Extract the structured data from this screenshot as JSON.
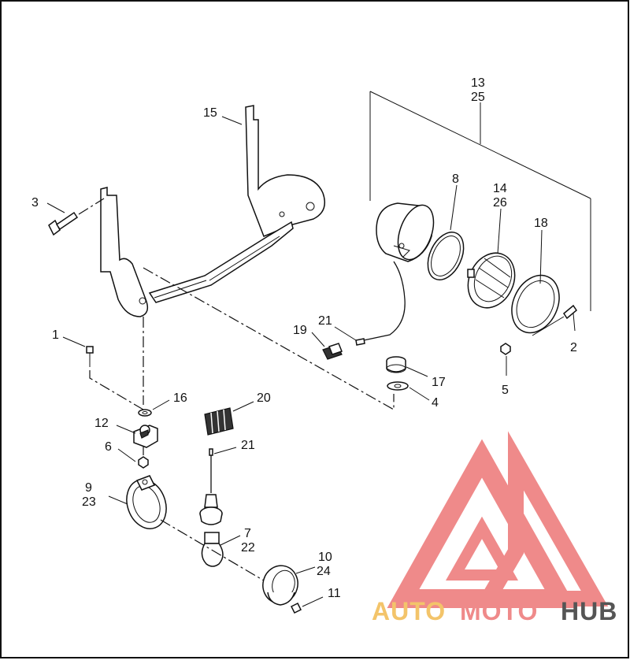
{
  "callouts": [
    {
      "id": "c1",
      "text": "1"
    },
    {
      "id": "c2",
      "text": "2"
    },
    {
      "id": "c3",
      "text": "3"
    },
    {
      "id": "c4",
      "text": "4"
    },
    {
      "id": "c5",
      "text": "5"
    },
    {
      "id": "c6",
      "text": "6"
    },
    {
      "id": "c7",
      "text": "7"
    },
    {
      "id": "c22",
      "text": "22"
    },
    {
      "id": "c8",
      "text": "8"
    },
    {
      "id": "c9",
      "text": "9"
    },
    {
      "id": "c23",
      "text": "23"
    },
    {
      "id": "c10",
      "text": "10"
    },
    {
      "id": "c24",
      "text": "24"
    },
    {
      "id": "c11",
      "text": "11"
    },
    {
      "id": "c12",
      "text": "12"
    },
    {
      "id": "c13",
      "text": "13"
    },
    {
      "id": "c25",
      "text": "25"
    },
    {
      "id": "c14",
      "text": "14"
    },
    {
      "id": "c26",
      "text": "26"
    },
    {
      "id": "c15",
      "text": "15"
    },
    {
      "id": "c16",
      "text": "16"
    },
    {
      "id": "c17",
      "text": "17"
    },
    {
      "id": "c18",
      "text": "18"
    },
    {
      "id": "c19",
      "text": "19"
    },
    {
      "id": "c20",
      "text": "20"
    },
    {
      "id": "c21a",
      "text": "21"
    },
    {
      "id": "c21b",
      "text": "21"
    }
  ],
  "watermark": {
    "part1": "AUTO",
    "part2": "MOTO",
    "part3": "HUB",
    "color_light": "#f3c46a",
    "color_mid": "#ef8a8a",
    "color_dark": "#555555"
  }
}
